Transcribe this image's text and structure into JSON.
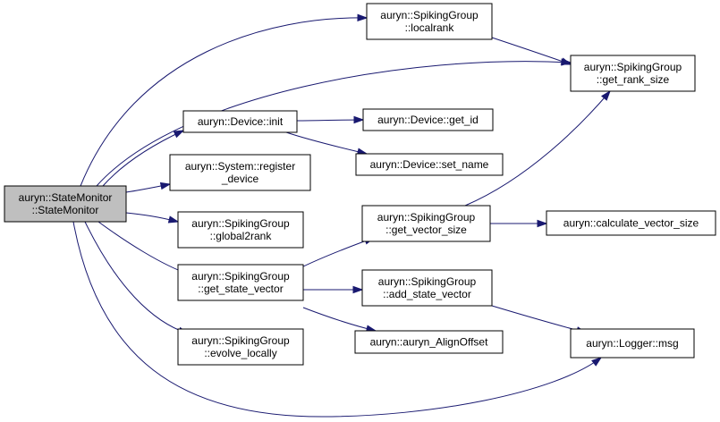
{
  "nodes": {
    "state_monitor": {
      "lines": [
        "auryn::StateMonitor",
        "::StateMonitor"
      ]
    },
    "localrank": {
      "lines": [
        "auryn::SpikingGroup",
        "::localrank"
      ]
    },
    "get_rank_size": {
      "lines": [
        "auryn::SpikingGroup",
        "::get_rank_size"
      ]
    },
    "device_init": {
      "lines": [
        "auryn::Device::init"
      ]
    },
    "device_get_id": {
      "lines": [
        "auryn::Device::get_id"
      ]
    },
    "device_set_name": {
      "lines": [
        "auryn::Device::set_name"
      ]
    },
    "system_register_device": {
      "lines": [
        "auryn::System::register",
        "_device"
      ]
    },
    "global2rank": {
      "lines": [
        "auryn::SpikingGroup",
        "::global2rank"
      ]
    },
    "get_vector_size": {
      "lines": [
        "auryn::SpikingGroup",
        "::get_vector_size"
      ]
    },
    "calculate_vector_size": {
      "lines": [
        "auryn::calculate_vector_size"
      ]
    },
    "get_state_vector": {
      "lines": [
        "auryn::SpikingGroup",
        "::get_state_vector"
      ]
    },
    "add_state_vector": {
      "lines": [
        "auryn::SpikingGroup",
        "::add_state_vector"
      ]
    },
    "auryn_align_offset": {
      "lines": [
        "auryn::auryn_AlignOffset"
      ]
    },
    "evolve_locally": {
      "lines": [
        "auryn::SpikingGroup",
        "::evolve_locally"
      ]
    },
    "logger_msg": {
      "lines": [
        "auryn::Logger::msg"
      ]
    }
  },
  "edges": [
    [
      "state_monitor",
      "localrank"
    ],
    [
      "state_monitor",
      "get_rank_size"
    ],
    [
      "state_monitor",
      "device_init"
    ],
    [
      "state_monitor",
      "system_register_device"
    ],
    [
      "state_monitor",
      "global2rank"
    ],
    [
      "state_monitor",
      "get_state_vector"
    ],
    [
      "state_monitor",
      "evolve_locally"
    ],
    [
      "state_monitor",
      "logger_msg"
    ],
    [
      "localrank",
      "get_rank_size"
    ],
    [
      "device_init",
      "device_get_id"
    ],
    [
      "device_init",
      "device_set_name"
    ],
    [
      "get_vector_size",
      "get_rank_size"
    ],
    [
      "get_vector_size",
      "calculate_vector_size"
    ],
    [
      "get_state_vector",
      "get_vector_size"
    ],
    [
      "get_state_vector",
      "add_state_vector"
    ],
    [
      "get_state_vector",
      "auryn_align_offset"
    ],
    [
      "add_state_vector",
      "logger_msg"
    ]
  ]
}
